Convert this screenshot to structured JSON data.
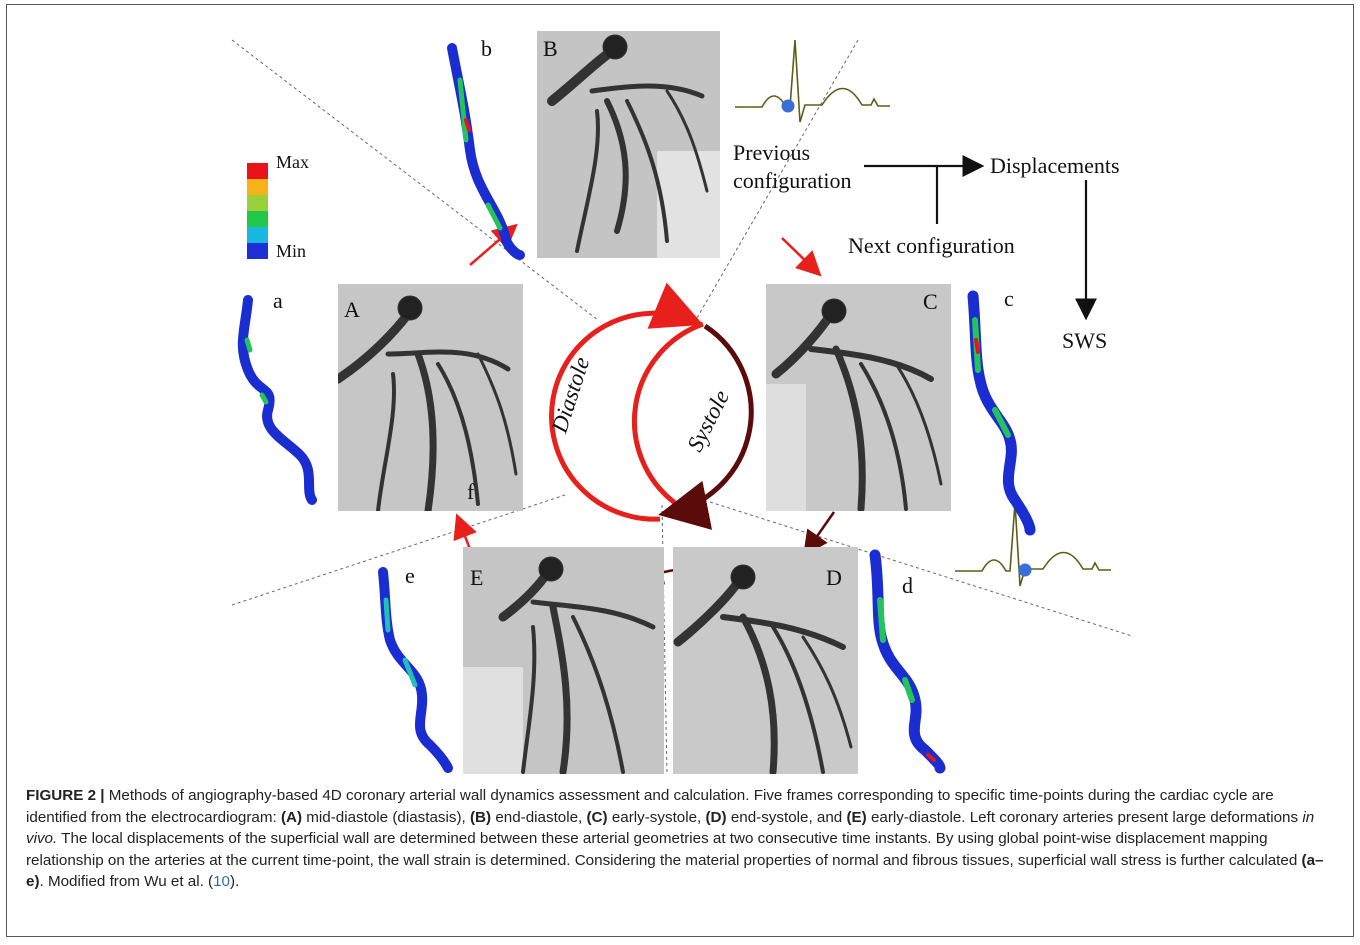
{
  "figure": {
    "panel_letters": {
      "A": "A",
      "B": "B",
      "C": "C",
      "D": "D",
      "E": "E"
    },
    "artery_letters": {
      "a": "a",
      "b": "b",
      "c": "c",
      "d": "d",
      "e": "e",
      "f": "f"
    },
    "legend": {
      "max": "Max",
      "min": "Min",
      "colors": [
        "#e8141a",
        "#f7b21a",
        "#9ad13b",
        "#22c84a",
        "#19b8e2",
        "#1e2fd6",
        "#1a1fd0"
      ]
    },
    "cycle": {
      "diastole": "Diastole",
      "systole": "Systole",
      "diastole_color": "#e8201c",
      "systole_color": "#5c0b0b"
    },
    "flow": {
      "previous": "Previous",
      "configuration": "configuration",
      "displacements": "Displacements",
      "next_configuration": "Next configuration",
      "sws": "SWS"
    },
    "ecg_color": "#5b5f15",
    "ecg_marker_color": "#3a6fd8"
  },
  "caption": {
    "lead": "FIGURE 2 |",
    "p1": " Methods of angiography-based 4D coronary arterial wall dynamics assessment and calculation. Five frames corresponding to specific time-points during the cardiac cycle are identified from the electrocardiogram: ",
    "A": "(A)",
    "p2": " mid-diastole (diastasis), ",
    "B": "(B)",
    "p3": " end-diastole, ",
    "C": "(C)",
    "p4": " early-systole, ",
    "D": "(D)",
    "p5": " end-systole, and ",
    "E": "(E)",
    "p6": " early-diastole. Left coronary arteries present large deformations ",
    "invivo": "in vivo.",
    "p7": " The local displacements of the superficial wall are determined between these arterial geometries at two consecutive time instants. By using global point-wise displacement mapping relationship on the arteries at the current time-point, the wall strain is determined. Considering the material properties of normal and fibrous tissues, superficial wall stress is further calculated ",
    "ae": "(a–e)",
    "p8": ". Modified from Wu et al. (",
    "ref": "10",
    "p9": ")."
  }
}
